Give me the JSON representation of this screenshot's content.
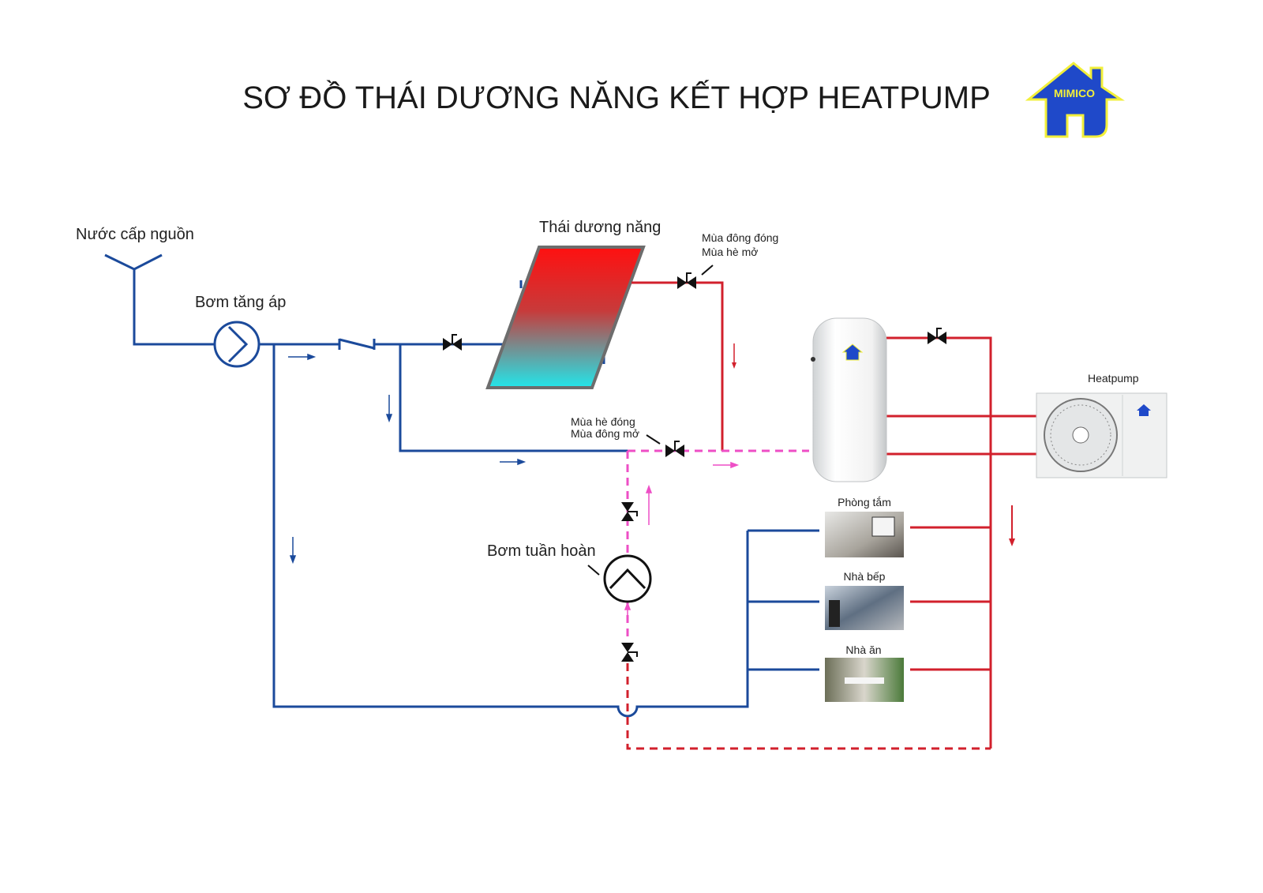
{
  "title": "SƠ ĐỒ THÁI DƯƠNG NĂNG  KẾT HỢP HEATPUMP",
  "logo": {
    "text": "MIMICO",
    "colors": {
      "fill": "#1f49c9",
      "outline": "#f2ef3a"
    }
  },
  "labels": {
    "water_source": "Nước cấp nguồn",
    "booster_pump": "Bơm tăng áp",
    "solar": "Thái dương năng",
    "valve_top_line1": "Mùa đông đóng",
    "valve_top_line2": "Mùa hè mở",
    "valve_bottom_line1": "Mùa hè đóng",
    "valve_bottom_line2": "Mùa đông mở",
    "circulation_pump": "Bơm tuần hoàn",
    "heatpump": "Heatpump"
  },
  "rooms": [
    {
      "label": "Phòng tắm"
    },
    {
      "label": "Nhà bếp"
    },
    {
      "label": "Nhà ăn"
    }
  ],
  "colors": {
    "cold": "#1b4a9b",
    "hot": "#d2202c",
    "circulation": "#ee4fc6"
  }
}
